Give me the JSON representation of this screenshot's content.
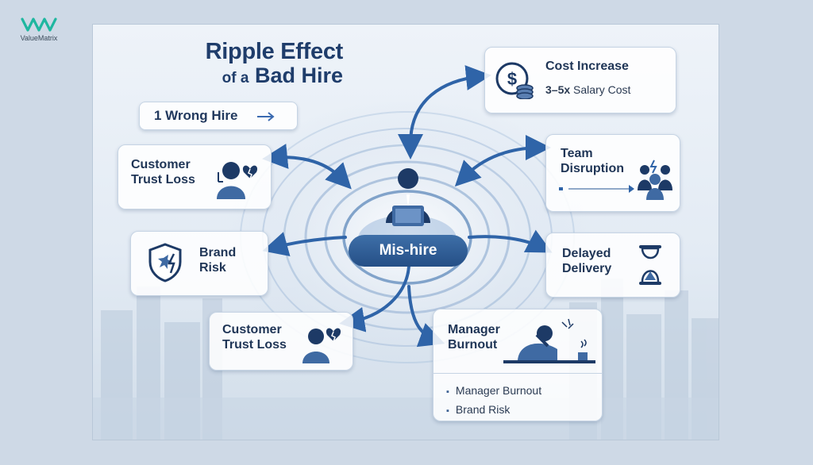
{
  "brand": {
    "name": "ValueMatrix"
  },
  "title": {
    "line1": "Ripple Effect",
    "line2_prefix": "of a",
    "line2_main": "Bad Hire"
  },
  "trigger": {
    "label": "1 Wrong Hire",
    "arrow": "→"
  },
  "center": {
    "label": "Mis-hire"
  },
  "cards": {
    "cost": {
      "title": "Cost Increase",
      "detail_bold": "3–5x",
      "detail": "Salary Cost"
    },
    "team": {
      "line1": "Team",
      "line2": "Disruption"
    },
    "delay": {
      "line1": "Delayed",
      "line2": "Delivery"
    },
    "trust_top": {
      "line1": "Customer",
      "line2": "Trust Loss"
    },
    "brand_risk": {
      "line1": "Brand",
      "line2": "Risk"
    },
    "trust_bottom": {
      "line1": "Customer",
      "line2": "Trust Loss"
    },
    "manager": {
      "line1": "Manager",
      "line2": "Burnout",
      "bullets": [
        "Manager Burnout",
        "Brand Risk"
      ]
    }
  },
  "colors": {
    "navy": "#1f3556",
    "accent": "#2f64a8",
    "ripple": "#9bb6d6"
  },
  "icons": [
    "dollar-coins-icon",
    "team-conflict-icon",
    "hourglass-icon",
    "shield-lightning-icon",
    "heartbroken-customer-icon",
    "burnout-desk-icon",
    "businessman-laptop-icon"
  ]
}
